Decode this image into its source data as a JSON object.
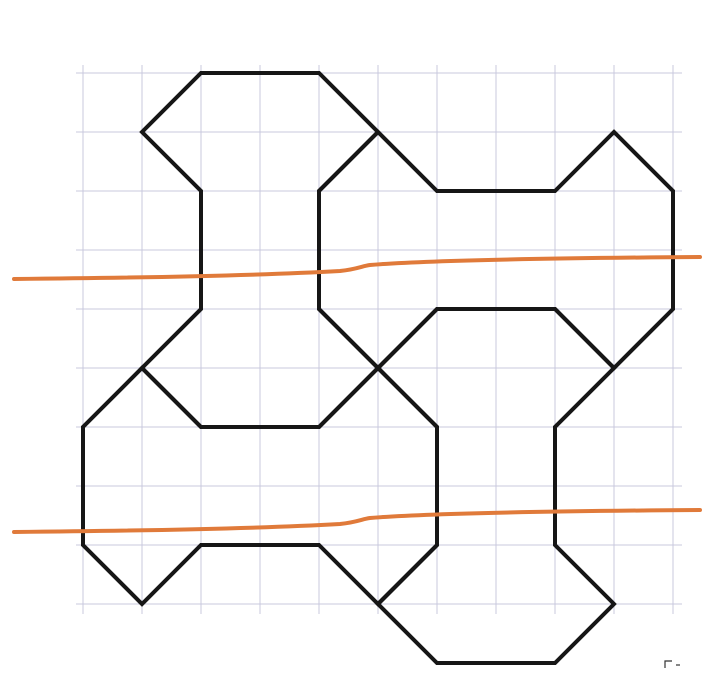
{
  "diagram": {
    "type": "grid-tiling",
    "grid": {
      "columns": 11,
      "rows": 10,
      "visible": true,
      "line_color": "#c9c9de"
    },
    "tiles": [
      {
        "name": "tile-top-left"
      },
      {
        "name": "tile-top-right"
      },
      {
        "name": "tile-bottom-left"
      },
      {
        "name": "tile-bottom-right"
      }
    ],
    "cut_lines": [
      {
        "name": "upper-cut-line"
      },
      {
        "name": "lower-cut-line"
      }
    ],
    "colors": {
      "outline": "#161616",
      "cut_line": "#e07a3a",
      "grid": "#c9c9de",
      "background": "#ffffff"
    },
    "icons": [
      "corner-bracket-icon"
    ]
  }
}
